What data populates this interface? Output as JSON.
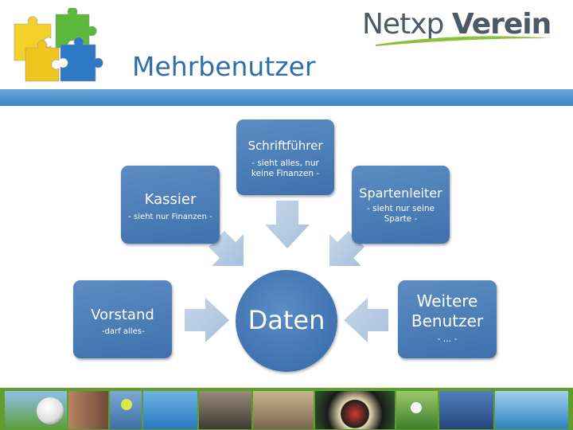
{
  "header": {
    "brand_part1": "Netxp",
    "brand_part2": "Verein",
    "title": "Mehrbenutzer"
  },
  "diagram": {
    "center": {
      "label": "Daten"
    },
    "roles": {
      "schriftfuehrer": {
        "title": "Schriftführer",
        "note": "- sieht alles, nur keine Finanzen -"
      },
      "kassier": {
        "title": "Kassier",
        "note": "- sieht nur Finanzen -"
      },
      "spartenleiter": {
        "title": "Spartenleiter",
        "note": "- sieht nur seine Sparte -"
      },
      "vorstand": {
        "title": "Vorstand",
        "note": "-darf alles-"
      },
      "weitere": {
        "title": "Weitere Benutzer",
        "note": "- … -"
      }
    }
  },
  "colors": {
    "box_blue": "#4a7cb7",
    "arrow_fill": "#b5c9e0",
    "title_blue": "#2f6fa8",
    "bar_blue": "#4a8cc9",
    "strip_green": "#5f9e2a"
  },
  "footer": {
    "images": [
      "soccer-ball",
      "boxer",
      "tennis",
      "swimmer",
      "cyclist",
      "gym-class",
      "darts",
      "golf-ball",
      "volleyball-team",
      "sailing"
    ]
  }
}
